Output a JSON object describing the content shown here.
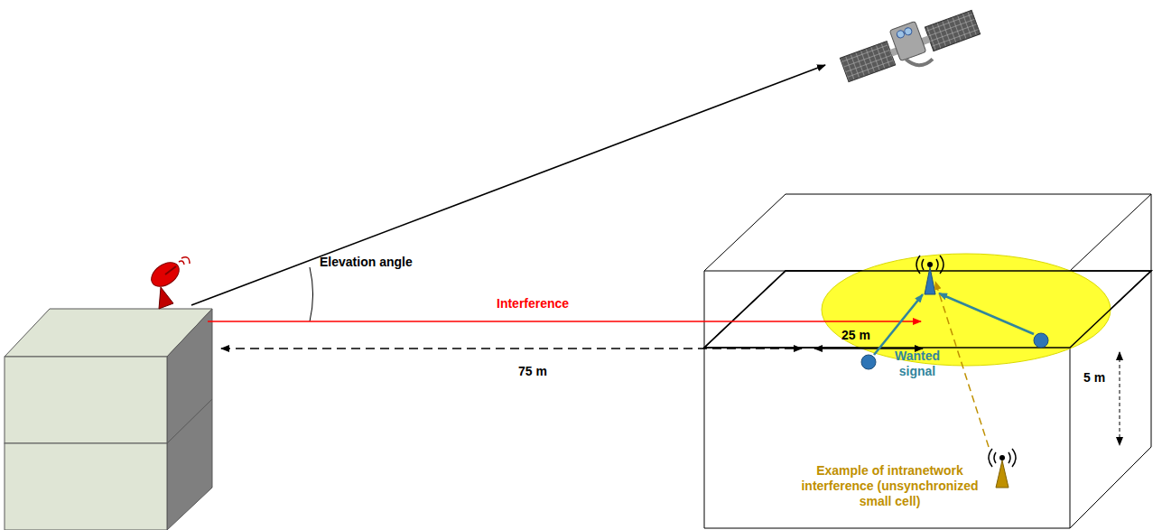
{
  "diagram": {
    "labels": [
      "Elevation angle",
      "Interference",
      "75 m",
      "25 m",
      "Wanted signal",
      "5 m",
      "Example of intranetwork interference (unsynchronized small cell)"
    ]
  }
}
